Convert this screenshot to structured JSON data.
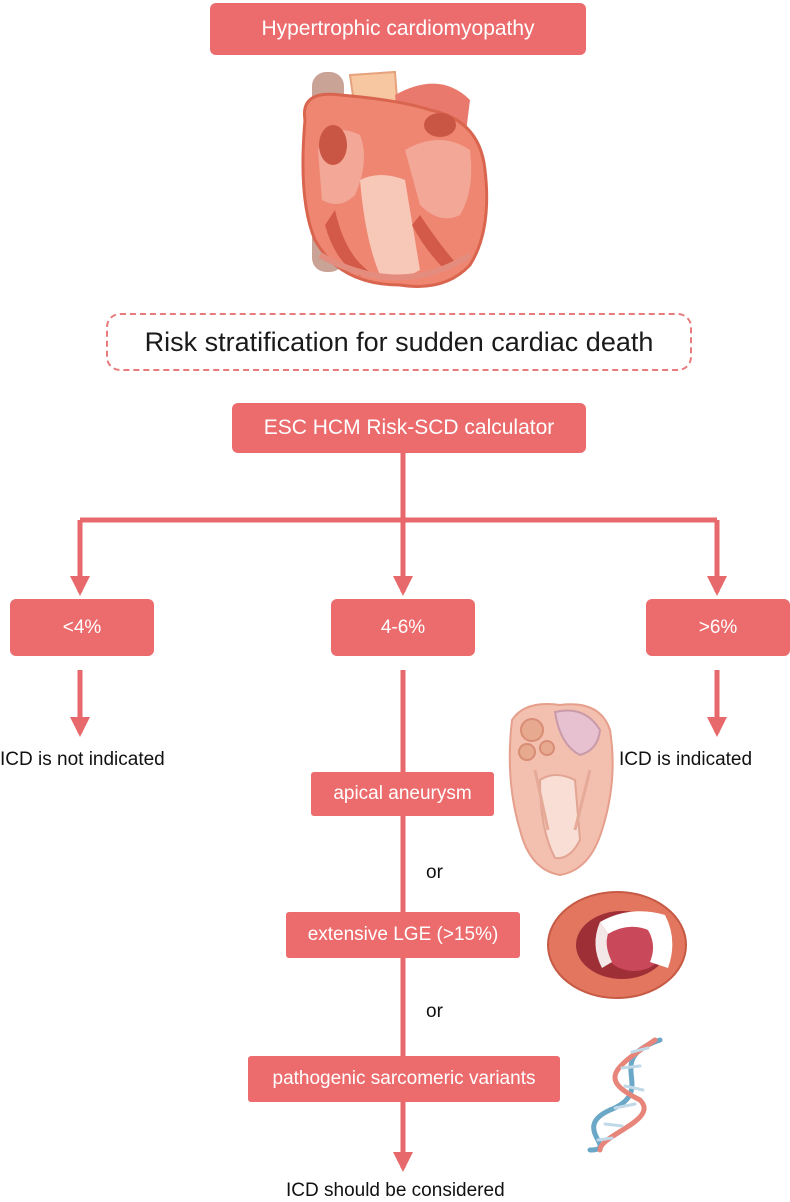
{
  "title": "Hypertrophic cardiomyopathy",
  "risk_heading": "Risk stratification for sudden cardiac death",
  "calculator": "ESC HCM Risk-SCD calculator",
  "branches": {
    "low": {
      "label": "<4%",
      "outcome": "ICD is not indicated"
    },
    "mid": {
      "label": "4-6%",
      "outcome": "ICD should be considered"
    },
    "high": {
      "label": ">6%",
      "outcome": "ICD is indicated"
    }
  },
  "criteria": [
    "apical aneurysm",
    "extensive LGE (>15%)",
    "pathogenic sarcomeric variants"
  ],
  "connector_word": "or",
  "colors": {
    "accent": "#ec6b6d",
    "line": "#e8696b",
    "text": "#111111"
  },
  "icons": [
    "heart-illustration",
    "heart-section-illustration",
    "myocardium-ring-illustration",
    "dna-helix-icon"
  ]
}
